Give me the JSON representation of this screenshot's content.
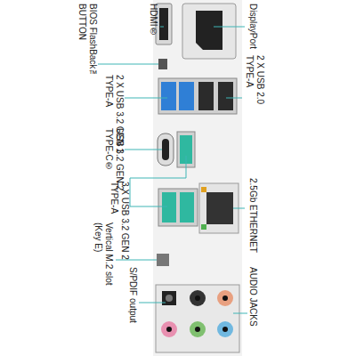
{
  "diagram": {
    "labels": [
      "HDMI®",
      "DisplayPort",
      "BIOS FlashBack™ BUTTON",
      "2 X USB 2.0 TYPE-A",
      "2 X USB 3.2 GEN 1 TYPE-A",
      "USB 3.2 GEN 2 TYPE-C®",
      "3 X USB 3.2 GEN 2 TYPE-A",
      "2.5Gb ETHERNET",
      "Vertical M.2 slot (Key E)",
      "S/PDIF output",
      "AUDIO JACKS"
    ]
  }
}
